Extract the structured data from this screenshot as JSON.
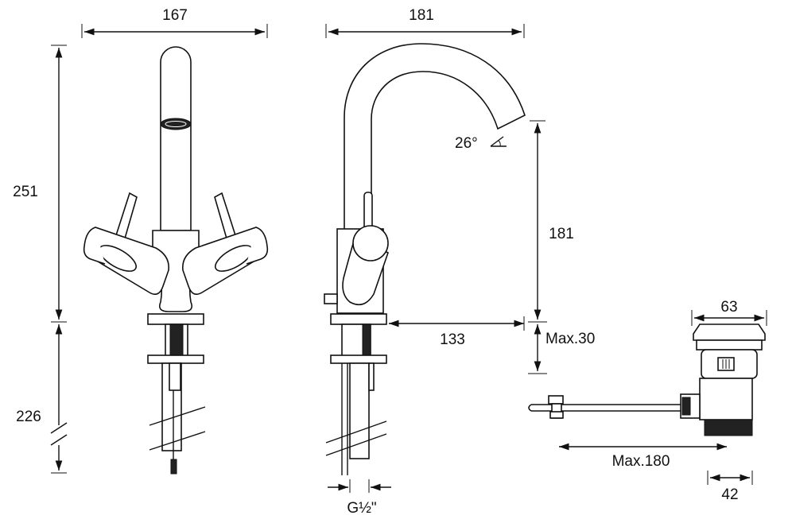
{
  "front_view": {
    "width_label": "167",
    "upper_height_label": "251",
    "lower_height_label": "226"
  },
  "side_view": {
    "width_label": "181",
    "angle_label": "26°",
    "spout_height_label": "181",
    "reach_label": "133",
    "max_deck_label": "Max.30",
    "thread_label": "G½\""
  },
  "waste_view": {
    "head_width_label": "63",
    "rod_length_label": "Max.180",
    "tail_width_label": "42"
  }
}
